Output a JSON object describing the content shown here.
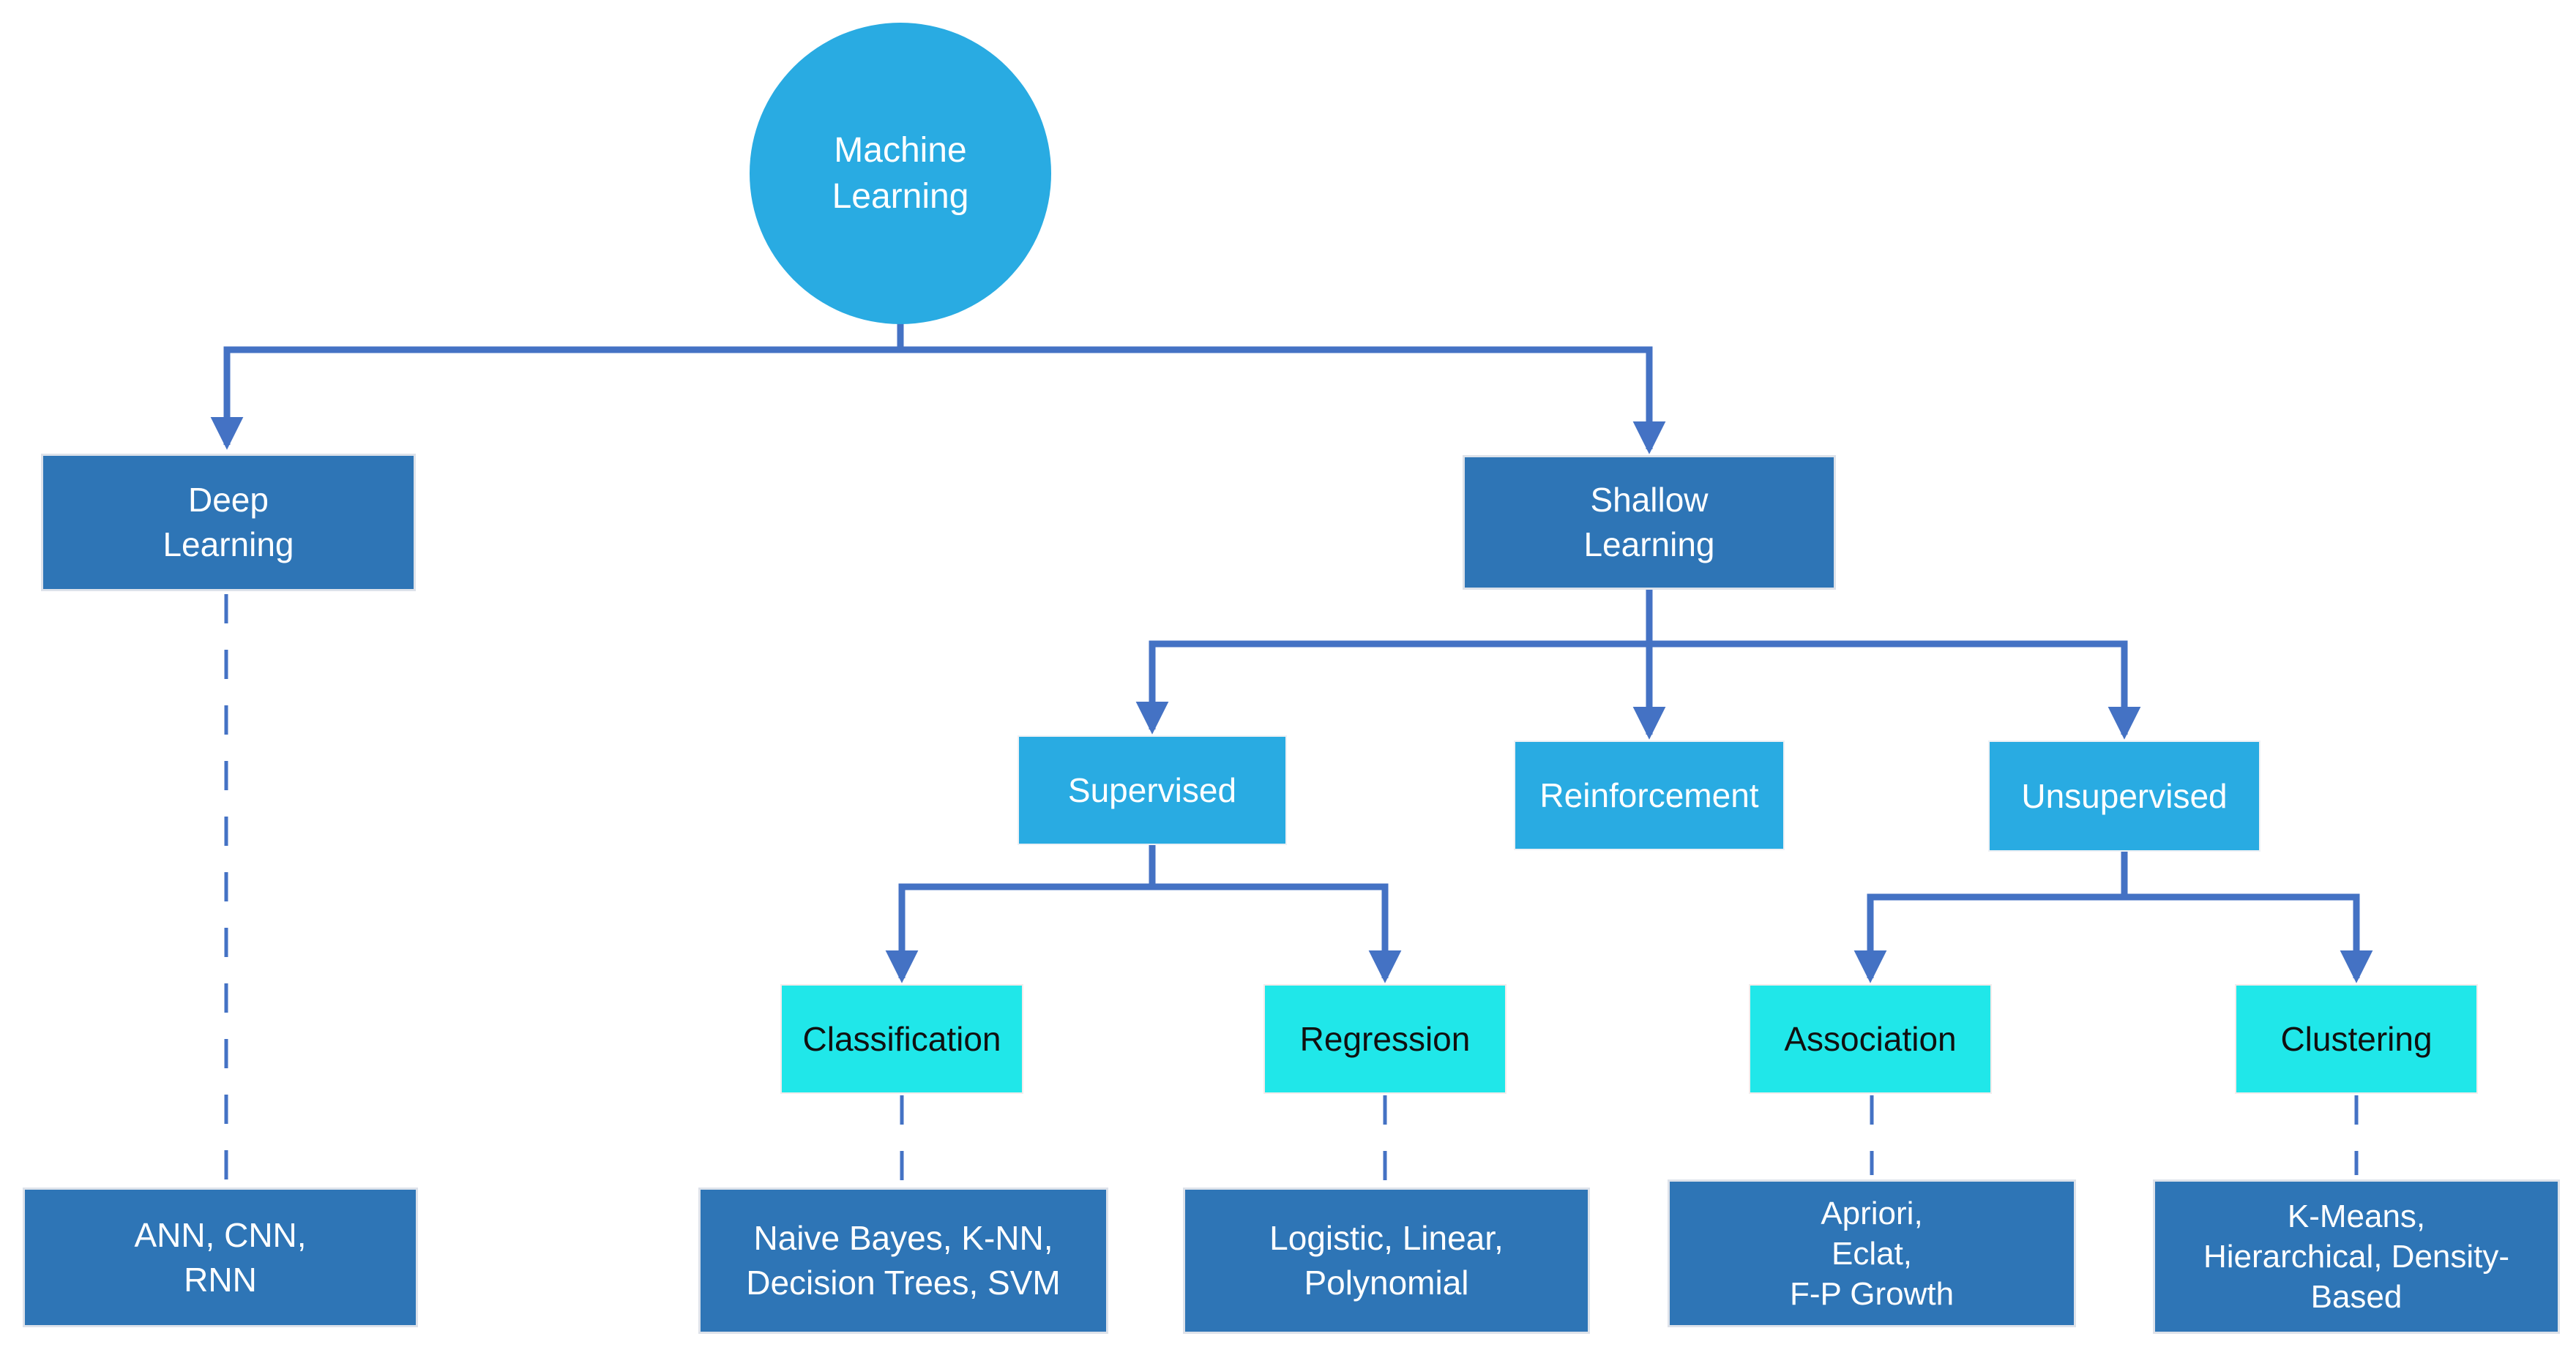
{
  "colors": {
    "bright_blue": "#29ABE2",
    "dark_blue": "#2E75B6",
    "cyan": "#20E7E9",
    "edge_blue": "#4472C4",
    "text_light": "#FFFFFF",
    "text_dark": "#101010",
    "background": "#FFFFFF"
  },
  "nodes": {
    "machine_learning": {
      "label": "Machine\nLearning",
      "shape": "circle",
      "color_role": "bright_blue"
    },
    "deep_learning": {
      "label": "Deep\nLearning",
      "shape": "rect",
      "color_role": "dark_blue"
    },
    "shallow_learning": {
      "label": "Shallow\nLearning",
      "shape": "rect",
      "color_role": "dark_blue"
    },
    "supervised": {
      "label": "Supervised",
      "shape": "rect",
      "color_role": "bright_blue"
    },
    "reinforcement": {
      "label": "Reinforcement",
      "shape": "rect",
      "color_role": "bright_blue"
    },
    "unsupervised": {
      "label": "Unsupervised",
      "shape": "rect",
      "color_role": "bright_blue"
    },
    "classification": {
      "label": "Classification",
      "shape": "rect",
      "color_role": "cyan"
    },
    "regression": {
      "label": "Regression",
      "shape": "rect",
      "color_role": "cyan"
    },
    "association": {
      "label": "Association",
      "shape": "rect",
      "color_role": "cyan"
    },
    "clustering": {
      "label": "Clustering",
      "shape": "rect",
      "color_role": "cyan"
    },
    "deep_algorithms": {
      "label": "ANN, CNN,\nRNN",
      "shape": "rect",
      "color_role": "dark_blue"
    },
    "classification_algorithms": {
      "label": "Naive Bayes, K-NN,\nDecision Trees, SVM",
      "shape": "rect",
      "color_role": "dark_blue"
    },
    "regression_algorithms": {
      "label": "Logistic, Linear,\nPolynomial",
      "shape": "rect",
      "color_role": "dark_blue"
    },
    "association_algorithms": {
      "label": "Apriori,\nEclat,\nF-P Growth",
      "shape": "rect",
      "color_role": "dark_blue"
    },
    "clustering_algorithms": {
      "label": "K-Means,\nHierarchical, Density-\nBased",
      "shape": "rect",
      "color_role": "dark_blue"
    }
  },
  "edges": [
    {
      "from": "machine_learning",
      "to": "deep_learning",
      "style": "solid-arrow"
    },
    {
      "from": "machine_learning",
      "to": "shallow_learning",
      "style": "solid-arrow"
    },
    {
      "from": "shallow_learning",
      "to": "supervised",
      "style": "solid-arrow"
    },
    {
      "from": "shallow_learning",
      "to": "reinforcement",
      "style": "solid-arrow"
    },
    {
      "from": "shallow_learning",
      "to": "unsupervised",
      "style": "solid-arrow"
    },
    {
      "from": "supervised",
      "to": "classification",
      "style": "solid-arrow"
    },
    {
      "from": "supervised",
      "to": "regression",
      "style": "solid-arrow"
    },
    {
      "from": "unsupervised",
      "to": "association",
      "style": "solid-arrow"
    },
    {
      "from": "unsupervised",
      "to": "clustering",
      "style": "solid-arrow"
    },
    {
      "from": "deep_learning",
      "to": "deep_algorithms",
      "style": "dashed"
    },
    {
      "from": "classification",
      "to": "classification_algorithms",
      "style": "dashed"
    },
    {
      "from": "regression",
      "to": "regression_algorithms",
      "style": "dashed"
    },
    {
      "from": "association",
      "to": "association_algorithms",
      "style": "dashed"
    },
    {
      "from": "clustering",
      "to": "clustering_algorithms",
      "style": "dashed"
    }
  ]
}
